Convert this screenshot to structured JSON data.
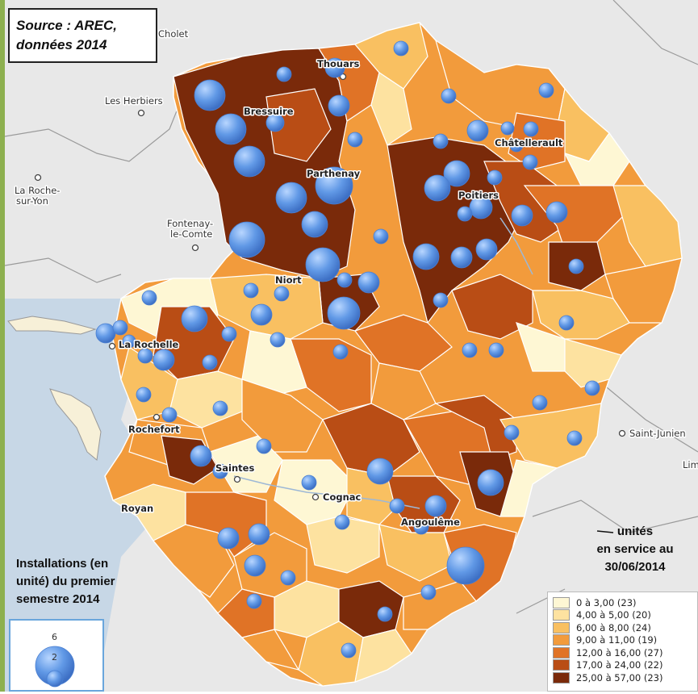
{
  "source": {
    "line1": "Source : AREC,",
    "line2": "données 2014"
  },
  "cities": {
    "cholet": "Cholet",
    "thouars": "Thouars",
    "les_herbiers": "Les Herbiers",
    "bressuire": "Bressuire",
    "chatellerault": "Châtellerault",
    "parthenay": "Parthenay",
    "la_roche_1": "La Roche-",
    "la_roche_2": "sur-Yon",
    "poitiers": "Poitiers",
    "fontenay_1": "Fontenay-",
    "fontenay_2": "le-Comte",
    "niort": "Niort",
    "la_rochelle": "La Rochelle",
    "rochefort": "Rochefort",
    "saint_junien": "Saint-Junien",
    "lim": "Lim",
    "saintes": "Saintes",
    "cognac": "Cognac",
    "royan": "Royan",
    "angouleme": "Angoulême"
  },
  "units_title": {
    "line1": "unités",
    "line2": "en service au",
    "line3": "30/06/2014"
  },
  "legend": [
    {
      "label": "0 à 3,00 (23)",
      "color": "#fef7d4"
    },
    {
      "label": "4,00 à 5,00 (20)",
      "color": "#fde2a0"
    },
    {
      "label": "6,00 à 8,00 (24)",
      "color": "#f9c061"
    },
    {
      "label": "9,00 à 11,00 (19)",
      "color": "#f29b3c"
    },
    {
      "label": "12,00 à 16,00 (27)",
      "color": "#e07326"
    },
    {
      "label": "17,00 à 24,00 (22)",
      "color": "#b94d15"
    },
    {
      "label": "25,00 à 57,00 (23)",
      "color": "#7a2a0a"
    }
  ],
  "install_title": {
    "line1": "Installations (en",
    "line2": "unité) du premier",
    "line3": "semestre 2014"
  },
  "bubble_legend": {
    "big": "6",
    "small": "2"
  },
  "colors": {
    "bubble": "#5b93e0",
    "sea": "#c7d7e6",
    "land_outside": "#e7e7e7",
    "river": "#9db8d6"
  }
}
